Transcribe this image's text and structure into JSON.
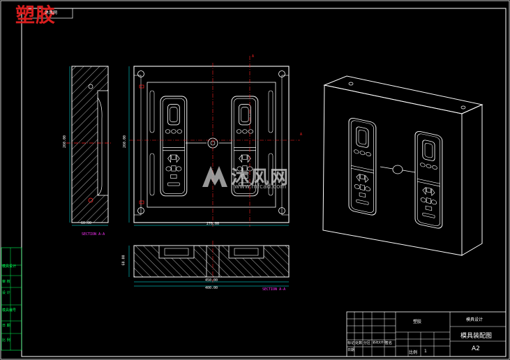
{
  "title_stamp": "塑胶",
  "title_box_text": "沐风网",
  "side_block_labels": [
    "模具设计",
    "审 核",
    "设 计",
    "模具编号",
    "日 期",
    "比 例"
  ],
  "sections": {
    "section_aa_left": "SECTION A-A",
    "section_aa_bottom": "SECTION A-A"
  },
  "dimensions": {
    "front_width": "270.00",
    "side_height": "260.00",
    "side_depth": "60.00",
    "bottom_width_1": "450.00",
    "bottom_width_2": "400.00",
    "bottom_height": "60.00",
    "front_height": "260.00"
  },
  "markers": {
    "a_top": "A",
    "a_right": "A"
  },
  "watermark": {
    "text_cn": "沐风网",
    "url": "www.mfcad.com"
  },
  "title_block": {
    "company": "塑胶",
    "school": "模具设计",
    "drawing_name": "模具装配图",
    "sheet_size": "A2",
    "sheet_no": "1",
    "scale_label": "比例",
    "row_labels": [
      "标记",
      "处数",
      "分区",
      "更改文件号",
      "签名",
      "日期"
    ]
  },
  "colors": {
    "background": "#000000",
    "frame": "#ffffff",
    "outline": "#ffffff",
    "hatch": "#ffffff",
    "cavity": "#ffffff",
    "center_line": "#ff2020",
    "dim_line": "#00ffff",
    "section_text": "#ff33ff",
    "stamp": "#d81e1e",
    "side_text": "#00ff55"
  }
}
